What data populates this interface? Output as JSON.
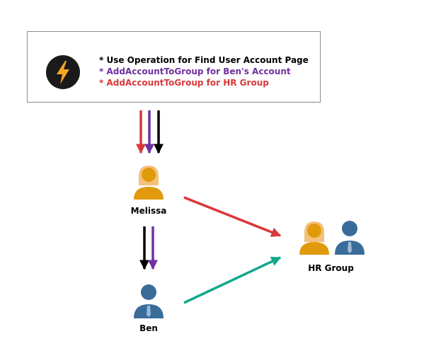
{
  "operations": {
    "line1": "* Use Operation for Find User Account Page",
    "line2": "* AddAccountToGroup for Ben's Account",
    "line3": "* AddAccountToGroup for HR Group"
  },
  "people": {
    "melissa": "Melissa",
    "ben": "Ben",
    "hr_group": "HR Group"
  },
  "icons": {
    "operation": "lightning-icon",
    "female_user": "female-user-icon",
    "male_user": "male-user-icon"
  },
  "colors": {
    "black": "#000000",
    "purple": "#7030a0",
    "red": "#d9383a",
    "teal": "#13a88a",
    "female_body": "#e09a0c",
    "male_body": "#3a6c9a",
    "badge_bg": "#1a1a1a",
    "bolt": "#f5a623"
  }
}
